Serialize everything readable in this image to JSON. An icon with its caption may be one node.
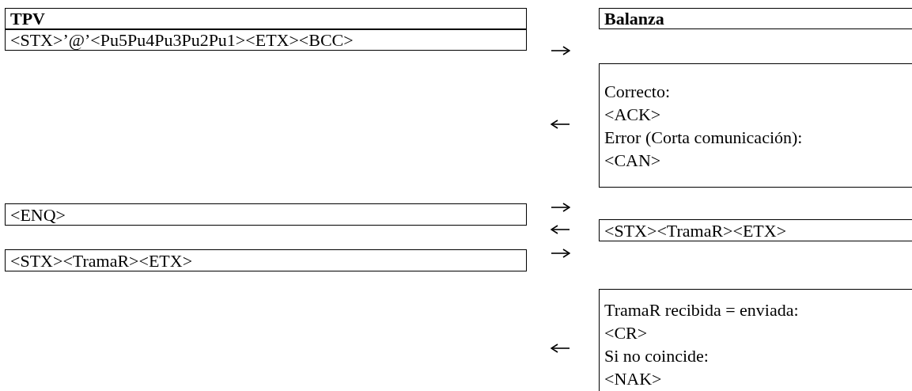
{
  "diagram": {
    "nodes": [
      {
        "text": [
          "TPV"
        ]
      },
      {
        "text": [
          "<STX>’@’<Pu5Pu4Pu3Pu2Pu1><ETX><BCC>"
        ]
      },
      {
        "text": [
          "Balanza"
        ]
      },
      {
        "text": [
          "Correcto:",
          "<ACK>",
          "Error (Corta comunicación):",
          "<CAN>"
        ]
      },
      {
        "text": [
          "<ENQ>"
        ]
      },
      {
        "text": [
          "<STX><TramaR><ETX>"
        ]
      },
      {
        "text": [
          "<STX><TramaR><ETX>"
        ]
      },
      {
        "text": [
          "TramaR recibida = enviada:",
          "<CR>",
          "Si no coincide:",
          "<NAK>"
        ]
      }
    ]
  }
}
